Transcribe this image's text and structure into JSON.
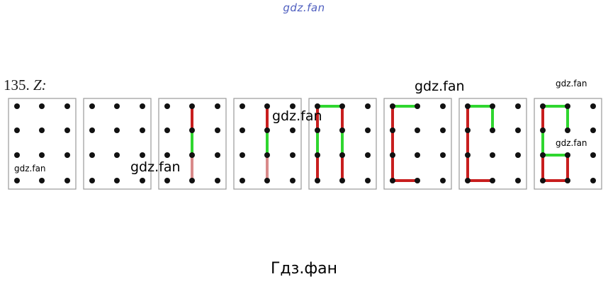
{
  "header": {
    "watermark": "gdz.fan"
  },
  "task": {
    "number": "135.",
    "letter": "Z:"
  },
  "watermarks": {
    "panel_1": "gdz.fan",
    "panel_2": "gdz.fan",
    "panel_4": "gdz.fan",
    "panel_6": "gdz.fan",
    "panel_8_top": "gdz.fan",
    "panel_8_mid": "gdz.fan"
  },
  "footer": {
    "caption": "Гдз.фан"
  },
  "colors": {
    "red_segment": "#c81e1e",
    "green_segment": "#2fd62f",
    "faded_red_segment": "#d98a8a",
    "dot": "#111111",
    "frame": "#9a9a9a"
  },
  "letter_steps": [
    {
      "red": [],
      "green": []
    },
    {
      "red": [],
      "green": []
    },
    {
      "red": [
        [
          1,
          0,
          1,
          1
        ]
      ],
      "green": [
        [
          1,
          1,
          1,
          2
        ]
      ],
      "faded": [
        [
          1,
          2,
          1,
          3
        ]
      ]
    },
    {
      "red": [
        [
          1,
          0,
          1,
          1
        ]
      ],
      "green": [
        [
          1,
          1,
          1,
          2
        ]
      ],
      "faded": [
        [
          1,
          2,
          1,
          3
        ]
      ]
    },
    {
      "red": [
        [
          0,
          0,
          0,
          1
        ],
        [
          0,
          2,
          0,
          3
        ],
        [
          1,
          0,
          1,
          1
        ],
        [
          1,
          2,
          1,
          3
        ]
      ],
      "green": [
        [
          0,
          0,
          1,
          0
        ],
        [
          0,
          1,
          0,
          2
        ],
        [
          1,
          1,
          1,
          2
        ]
      ]
    },
    {
      "red": [
        [
          0,
          0,
          0,
          1
        ],
        [
          0,
          1,
          0,
          2
        ],
        [
          0,
          2,
          0,
          3
        ],
        [
          0,
          3,
          1,
          3
        ]
      ],
      "green": [
        [
          0,
          0,
          1,
          0
        ]
      ]
    },
    {
      "red": [
        [
          0,
          0,
          0,
          1
        ],
        [
          0,
          1,
          0,
          2
        ],
        [
          0,
          2,
          0,
          3
        ],
        [
          0,
          3,
          1,
          3
        ]
      ],
      "green": [
        [
          0,
          0,
          1,
          0
        ],
        [
          1,
          0,
          1,
          1
        ]
      ]
    },
    {
      "red": [
        [
          0,
          0,
          0,
          1
        ],
        [
          0,
          2,
          0,
          3
        ],
        [
          0,
          3,
          1,
          3
        ],
        [
          1,
          2,
          1,
          3
        ]
      ],
      "green": [
        [
          0,
          0,
          1,
          0
        ],
        [
          1,
          0,
          1,
          1
        ],
        [
          0,
          1,
          0,
          2
        ],
        [
          0,
          2,
          1,
          2
        ]
      ]
    }
  ]
}
